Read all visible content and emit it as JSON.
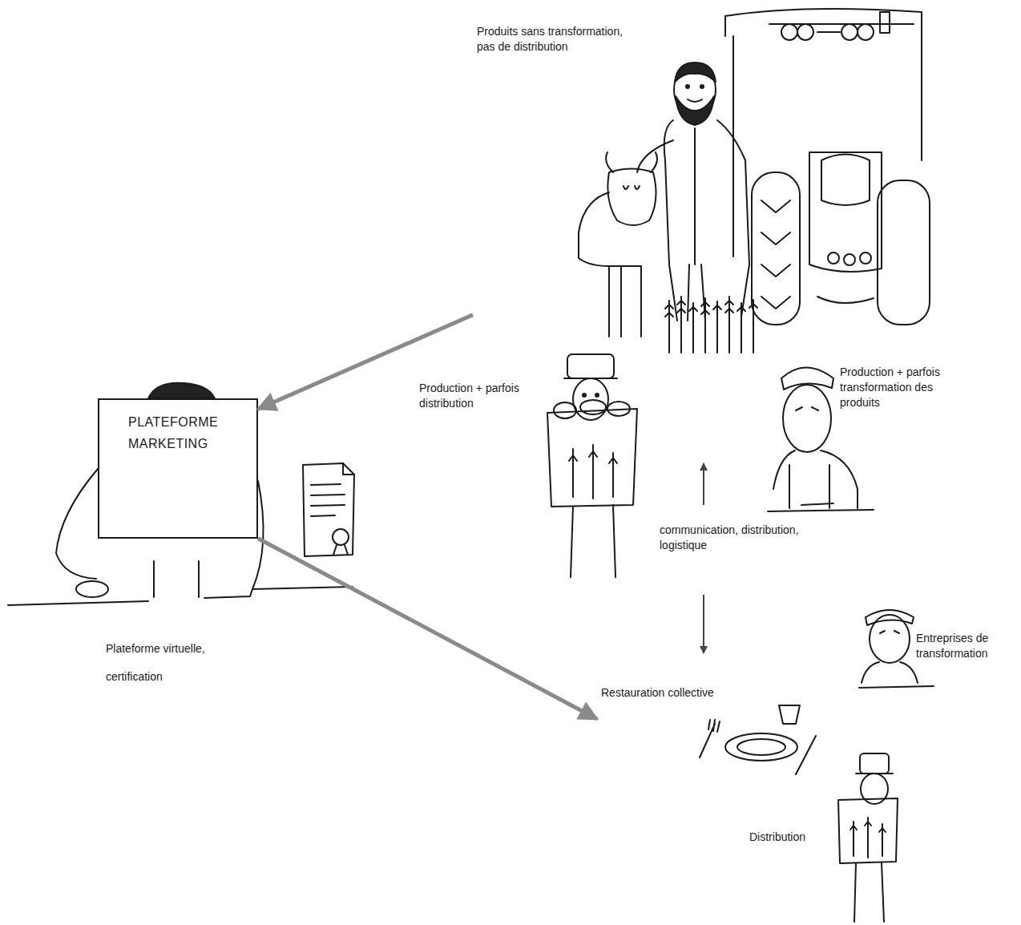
{
  "diagram": {
    "nodes": [
      {
        "text": [
          "Produits sans transformation, pas de distribution"
        ]
      },
      {
        "text": [
          "PLATEFORME MARKETING",
          "Plateforme virtuelle, certification"
        ]
      },
      {
        "text": [
          "Production + parfois distribution"
        ]
      },
      {
        "text": [
          "Production + parfois transformation des produits"
        ]
      },
      {
        "text": [
          "Restauration collective"
        ]
      },
      {
        "text": [
          "Entreprises de transformation"
        ]
      },
      {
        "text": [
          "Distribution"
        ]
      }
    ],
    "edges": [
      {
        "from": 0,
        "to": 1,
        "arrow": "to"
      },
      {
        "from": 1,
        "to": 4,
        "arrow": "to"
      },
      {
        "from": 4,
        "to": 2,
        "arrow": "both",
        "label": "communication, distribution, logistique"
      }
    ]
  }
}
